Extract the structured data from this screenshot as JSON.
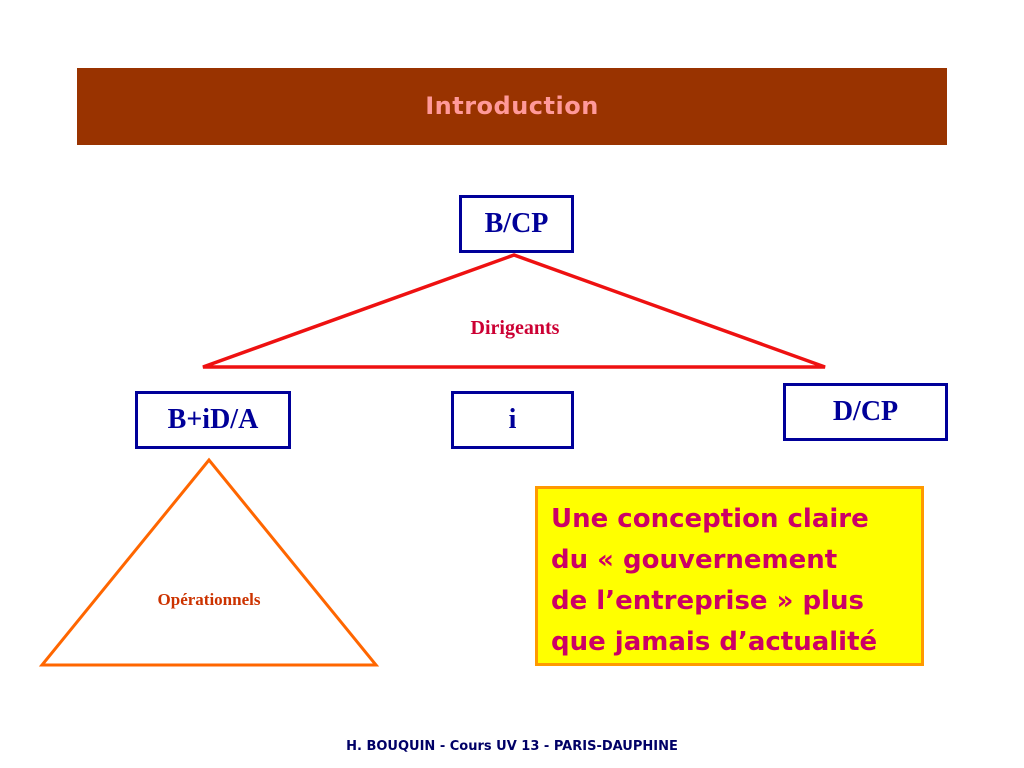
{
  "slide": {
    "title": "Introduction",
    "footer": "H. BOUQUIN - Cours UV 13 - PARIS-DAUPHINE"
  },
  "boxes": {
    "top": "B/CP",
    "left": "B+iD/A",
    "middle": "i",
    "right": "D/CP"
  },
  "triangles": {
    "upper_label": "Dirigeants",
    "lower_label": "Opérationnels"
  },
  "callout": {
    "lines": [
      "Une conception claire",
      "du « gouvernement",
      "de l’entreprise » plus",
      "que jamais d’actualité"
    ]
  },
  "colors": {
    "title_bar": "#993300",
    "title_text": "#ff9999",
    "box_border": "#000099",
    "upper_triangle": "#ee1111",
    "lower_triangle": "#ff6600",
    "callout_fill": "#ffff00",
    "callout_text": "#cc0066"
  }
}
